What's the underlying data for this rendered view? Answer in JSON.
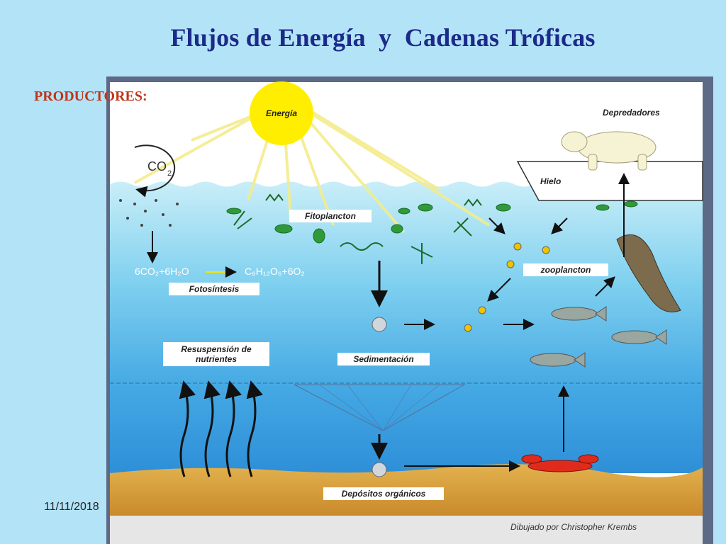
{
  "slide": {
    "title": "Flujos de Energía  y  Cadenas Tróficas",
    "section_label": "PRODUCTORES:",
    "date": "11/11/2018"
  },
  "diagram": {
    "labels": {
      "energy": "Energía",
      "co2": "CO",
      "co2_sub": "2",
      "predators": "Depredadores",
      "ice": "Hielo",
      "phytoplankton": "Fitoplancton",
      "equation_left": "6CO₂+6H₂O",
      "equation_right": "C₆H₁₂O₆+6O₂",
      "photosynthesis": "Fotosíntesis",
      "zooplankton": "zooplancton",
      "resuspension_line1": "Resuspensión de",
      "resuspension_line2": "nutrientes",
      "sedimentation": "Sedimentación",
      "deposits": "Depósitos orgánicos",
      "credit": "Dibujado por   Christopher Krembs"
    }
  },
  "colors": {
    "title": "#1c2a8a",
    "section_label": "#c0361a",
    "slide_background": "#b3e3f7",
    "sun": "#ffee00",
    "water_top": "#bfeaf6",
    "water_bottom": "#2e8fd8",
    "sediment": "#d9a441"
  }
}
